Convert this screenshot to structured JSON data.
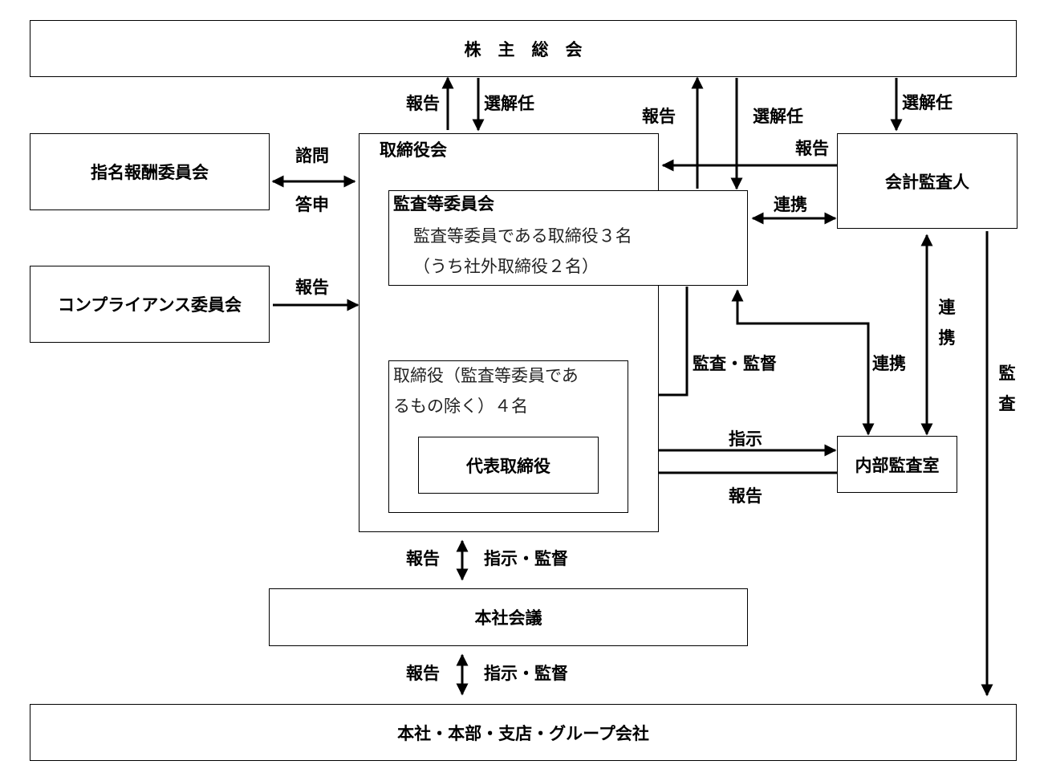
{
  "nodes": {
    "shareholders": "株　主　総　会",
    "nomination_committee": "指名報酬委員会",
    "compliance_committee": "コンプライアンス委員会",
    "board": "取締役会",
    "audit_committee": "監査等委員会",
    "audit_committee_line1": "監査等委員である取締役３名",
    "audit_committee_line2": "（うち社外取締役２名）",
    "directors_line1": "取締役（監査等委員であ",
    "directors_line2": "るもの除く）４名",
    "representative": "代表取締役",
    "accounting_auditor": "会計監査人",
    "internal_audit": "内部監査室",
    "head_office_meeting": "本社会議",
    "group": "本社・本部・支店・グループ会社"
  },
  "labels": {
    "report": "報告",
    "elect_dismiss": "選解任",
    "inquiry": "諮問",
    "answer": "答申",
    "cooperation": "連携",
    "audit_supervision": "監査・監督",
    "instruction": "指示",
    "instruction_supervision": "指示・監督",
    "cooperation_vertical": "連携",
    "audit_vertical": "監査"
  }
}
